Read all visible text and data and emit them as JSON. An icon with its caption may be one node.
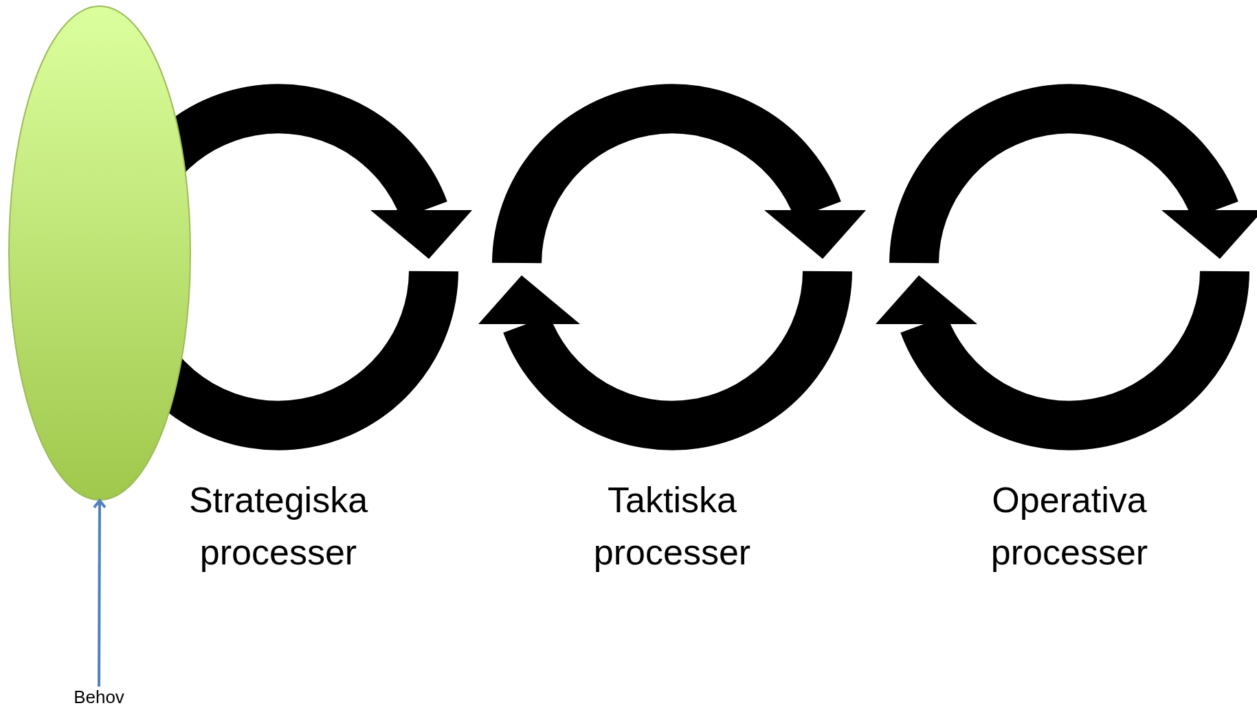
{
  "diagram": {
    "nodes": [
      {
        "text": [],
        "shape": "ellipse"
      },
      {
        "text": [
          "Behov"
        ]
      }
    ],
    "edges": [
      {
        "from": 1,
        "to": 0,
        "arrow": "to"
      }
    ],
    "labels": [
      "Strategiska processer",
      "Taktiska processer",
      "Operativa processer"
    ]
  }
}
